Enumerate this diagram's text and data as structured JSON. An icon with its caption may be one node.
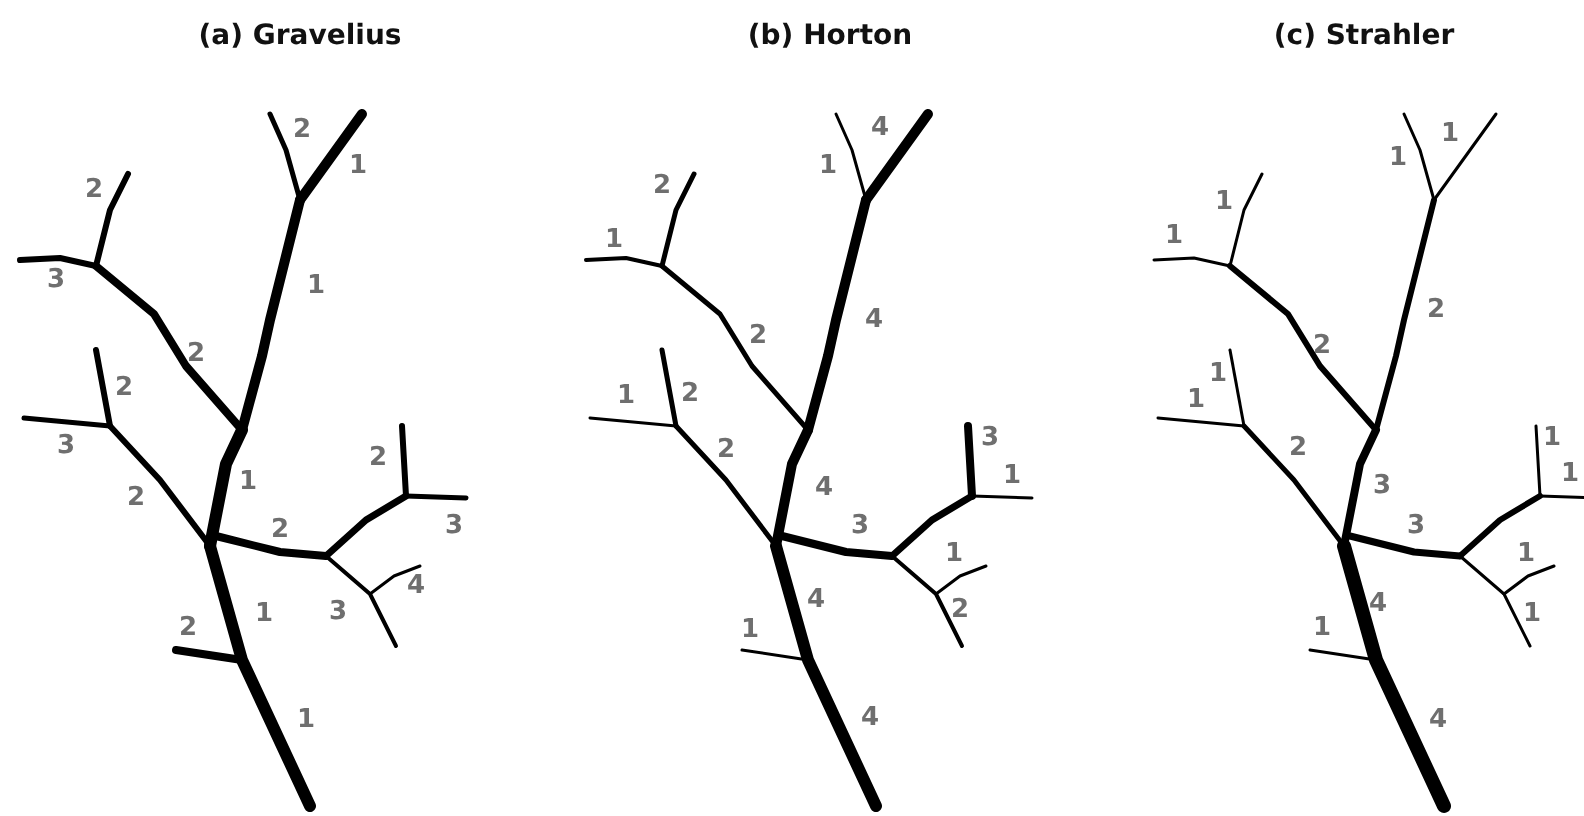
{
  "diagram": {
    "labels": [
      "(a) Gravelius",
      "(b) Horton",
      "(c) Strahler",
      "2",
      "1",
      "2",
      "3",
      "1",
      "2",
      "2",
      "3",
      "2",
      "1",
      "2",
      "3",
      "2",
      "4",
      "3",
      "1",
      "2",
      "1",
      "4",
      "1",
      "2",
      "1",
      "4",
      "2",
      "1",
      "2",
      "3",
      "2",
      "1",
      "4",
      "3",
      "1",
      "4",
      "2",
      "1",
      "4",
      "1",
      "1",
      "1",
      "1",
      "2",
      "2",
      "1",
      "1",
      "1",
      "2",
      "1",
      "3",
      "3",
      "1",
      "4",
      "1",
      "1",
      "4"
    ]
  }
}
